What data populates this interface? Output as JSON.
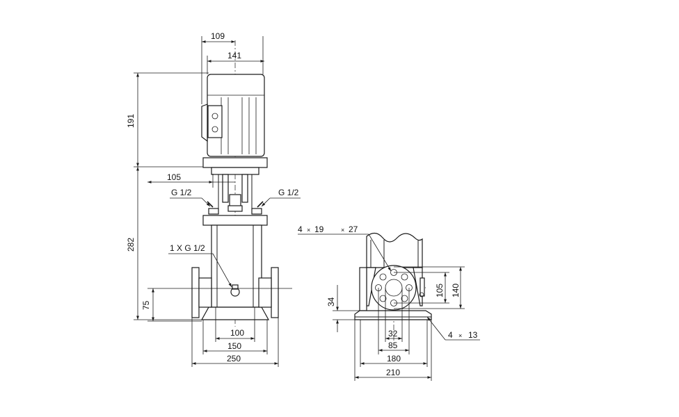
{
  "dimensions": {
    "motor_width_inner": "109",
    "motor_width_outer": "141",
    "motor_height": "191",
    "lower_height": "282",
    "flange_depth": "105",
    "vent_left": "G 1/2",
    "vent_right": "G 1/2",
    "drain": "1 X G 1/2",
    "inlet_height": "75",
    "port_spacing": "100",
    "foot_inner": "150",
    "foot_outer": "250",
    "bolt_count_a": "4",
    "bolt_times_a": "×",
    "bolt_dia_a": "19",
    "bolt_times_b": "×",
    "bolt_dia_b": "27",
    "base_height": "34",
    "flange_small": "105",
    "flange_large": "140",
    "bore": "32",
    "bore_circle": "85",
    "base_holes": "180",
    "base_width": "210",
    "foot_hole_count": "4",
    "foot_hole_times": "×",
    "foot_hole_dia": "13"
  }
}
